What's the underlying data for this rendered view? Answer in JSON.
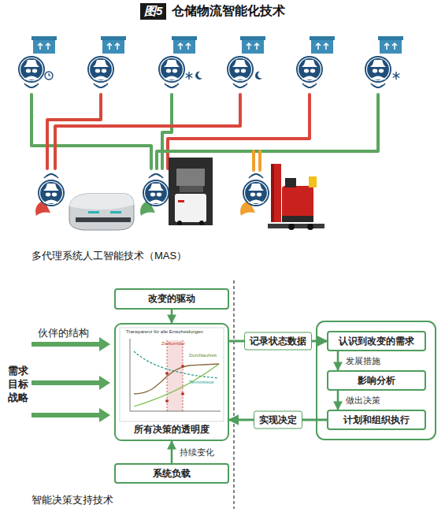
{
  "diagram": {
    "title": "仓储物流智能化技术",
    "nodes": [
      {
        "text": [
          "改变的驱动"
        ]
      },
      {
        "text": [
          "所有决策的透明度"
        ]
      },
      {
        "text": [
          "系统负载"
        ]
      },
      {
        "text": [
          "认识到改变的需求"
        ]
      },
      {
        "text": [
          "影响分析"
        ]
      },
      {
        "text": [
          "计划和组织执行"
        ]
      }
    ],
    "edges": [
      {
        "from": 0,
        "to": 1,
        "arrow": "to"
      },
      {
        "from": 2,
        "to": 1,
        "arrow": "to",
        "label": "持续变化"
      },
      {
        "from": 1,
        "to": 3,
        "arrow": "to",
        "label": "记录状态数据"
      },
      {
        "from": 5,
        "to": 1,
        "arrow": "to",
        "label": "实现决定"
      },
      {
        "from": 3,
        "to": 4,
        "arrow": "to",
        "label": "发展措施"
      },
      {
        "from": 4,
        "to": 5,
        "arrow": "to",
        "label": "做出决策"
      }
    ],
    "labels": [
      "图5",
      "多代理系统人工智能技术（MAS）",
      "Transparenz für alle Entscheidungen",
      "Zielkorridor",
      "Durchlaufzeit",
      "Termintreue",
      "伙伴的结构",
      "需求 目标 战略",
      "智能决策支持技术"
    ]
  }
}
